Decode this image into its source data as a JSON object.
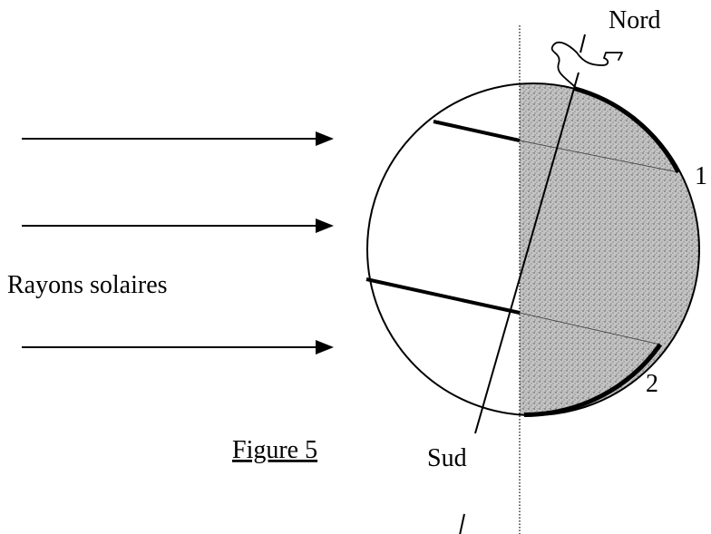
{
  "labels": {
    "north": "Nord",
    "south": "Sud",
    "rays": "Rayons solaires",
    "figure_caption": "Figure 5",
    "marker_1": "1",
    "marker_2": "2"
  },
  "colors": {
    "ink": "#000000",
    "night_shade": "#b8b8b8",
    "background": "#ffffff"
  }
}
